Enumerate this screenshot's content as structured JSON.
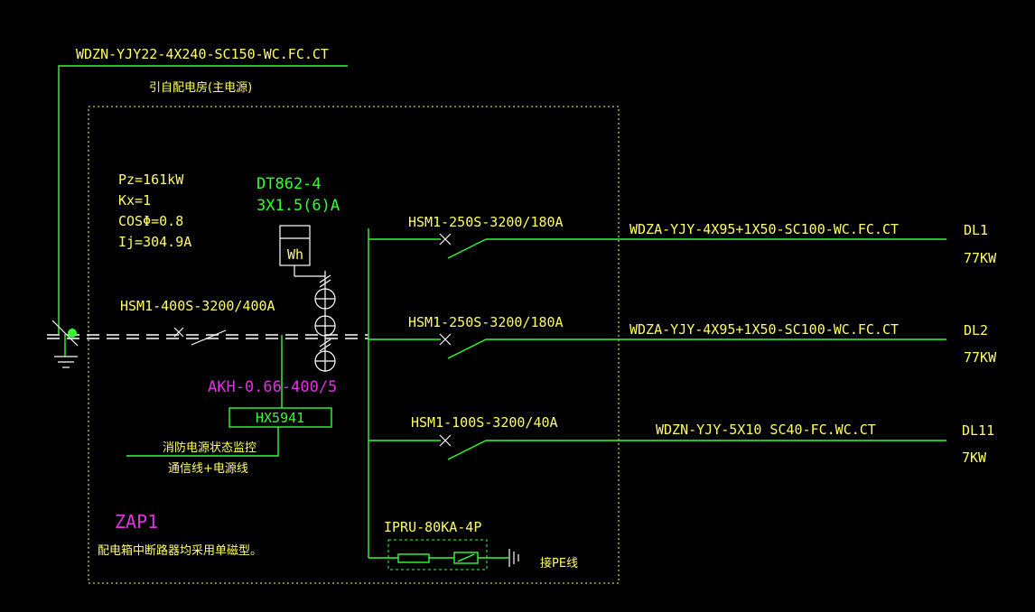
{
  "incoming": {
    "cable": "WDZN-YJY22-4X240-SC150-WC.FC.CT",
    "source": "引自配电房(主电源)"
  },
  "load": {
    "pz": "Pz=161kW",
    "kx": "Kx=1",
    "cos": "COSΦ=0.8",
    "ij": "Ij=304.9A"
  },
  "meter": {
    "model": "DT862-4",
    "rating": "3X1.5(6)A",
    "symbol": "Wh"
  },
  "main_breaker": "HSM1-400S-3200/400A",
  "ct": "AKH-0.66-400/5",
  "monitor": {
    "model": "HX5941",
    "line1": "消防电源状态监控",
    "line2": "通信线+电源线"
  },
  "panel": {
    "name": "ZAP1",
    "note": "配电箱中断路器均采用单磁型。"
  },
  "branches": [
    {
      "breaker": "HSM1-250S-3200/180A",
      "cable": "WDZA-YJY-4X95+1X50-SC100-WC.FC.CT",
      "circuit": "DL1",
      "power": "77KW"
    },
    {
      "breaker": "HSM1-250S-3200/180A",
      "cable": "WDZA-YJY-4X95+1X50-SC100-WC.FC.CT",
      "circuit": "DL2",
      "power": "77KW"
    },
    {
      "breaker": "HSM1-100S-3200/40A",
      "cable": "WDZN-YJY-5X10  SC40-FC.WC.CT",
      "circuit": "DL11",
      "power": "7KW"
    }
  ],
  "spd": {
    "model": "IPRU-80KA-4P",
    "pe": "接PE线"
  }
}
